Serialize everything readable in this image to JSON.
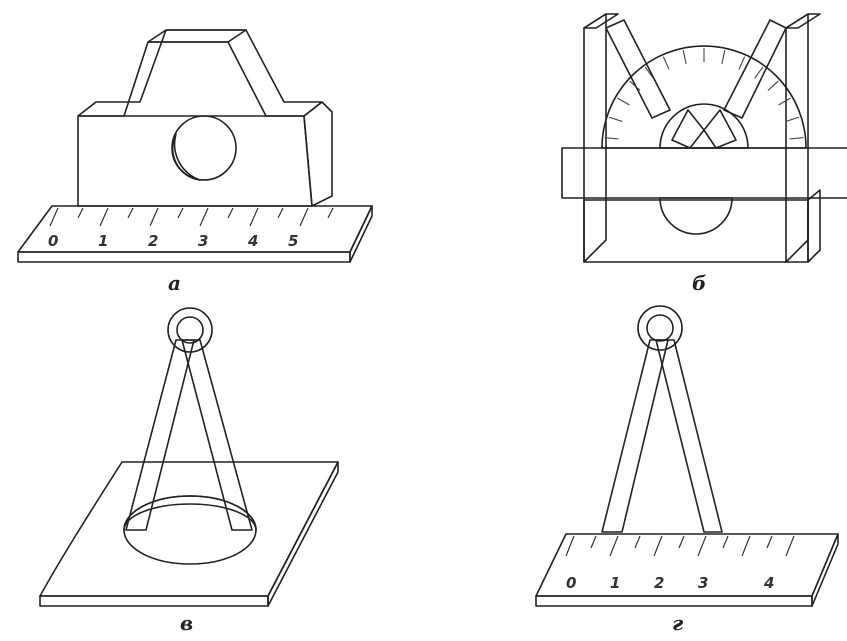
{
  "colors": {
    "line": "#222222",
    "block_face": "#5b8fd6",
    "block_top": "#c9d2da",
    "block_side": "#9aa3ab",
    "plate": "#f2f2f2",
    "plate_edge": "#b4b4b4"
  },
  "panels": [
    {
      "caption": "а",
      "ruler_labels": [
        "0",
        "1",
        "2",
        "3",
        "4",
        "5"
      ]
    },
    {
      "caption": "б"
    },
    {
      "caption": "в"
    },
    {
      "caption": "г",
      "ruler_labels": [
        "0",
        "1",
        "2",
        "3",
        "4"
      ]
    }
  ]
}
